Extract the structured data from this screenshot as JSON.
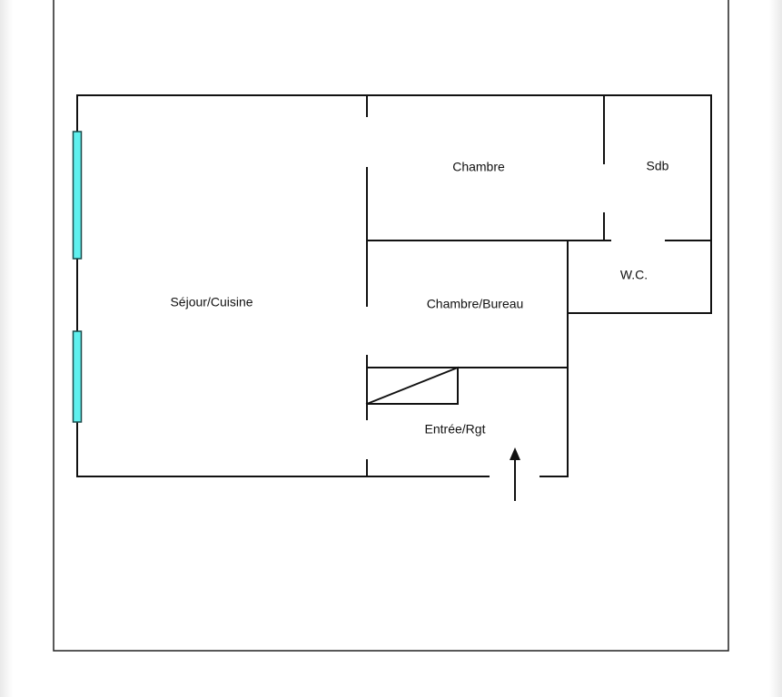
{
  "floor_plan": {
    "rooms": [
      {
        "id": "sejour",
        "label": "Séjour/Cuisine"
      },
      {
        "id": "chambre",
        "label": "Chambre"
      },
      {
        "id": "sdb",
        "label": "Sdb"
      },
      {
        "id": "wc",
        "label": "W.C."
      },
      {
        "id": "bureau",
        "label": "Chambre/Bureau"
      },
      {
        "id": "entree",
        "label": "Entrée/Rgt"
      }
    ],
    "colors": {
      "wall": "#111111",
      "window": "#5ff0ee",
      "window_border": "#1a4a4a",
      "background": "#ffffff"
    }
  }
}
